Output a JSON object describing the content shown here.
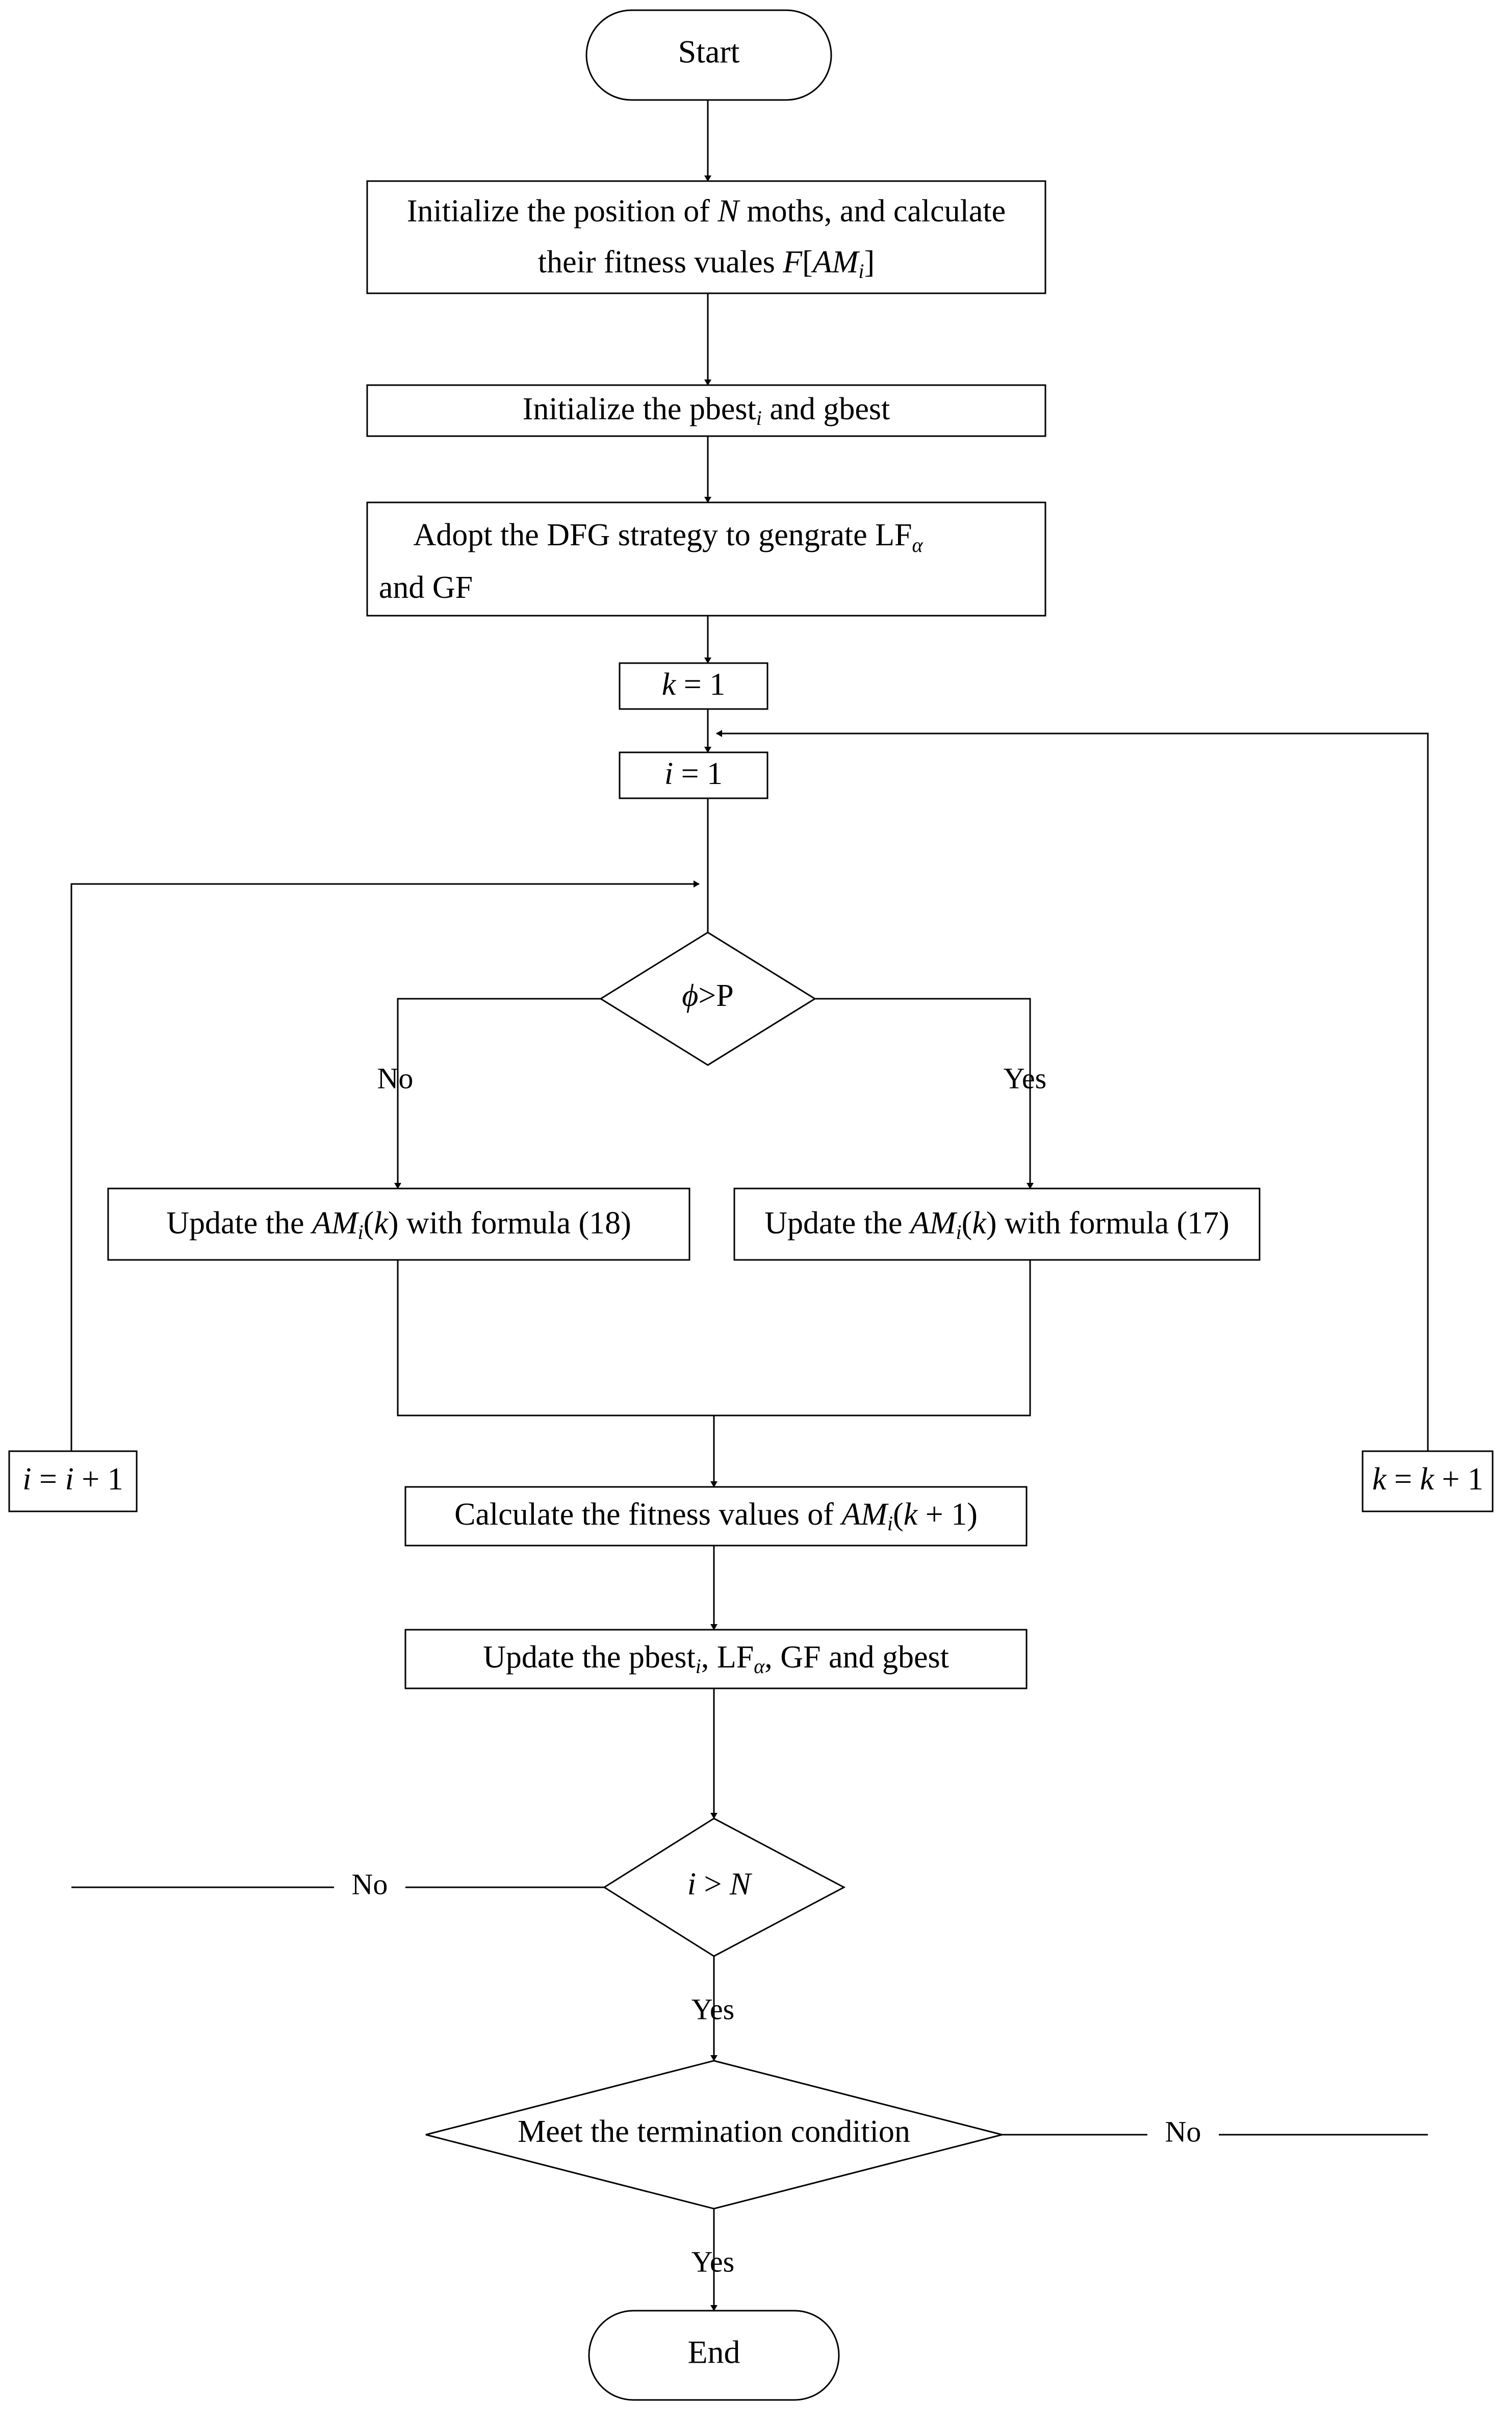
{
  "diagram": {
    "title": "Flowchart of the improved moth-flame / swarm optimization algorithm",
    "type": "flowchart",
    "background_color": "#ffffff",
    "line_color": "#000000",
    "text_color": "#000000"
  },
  "nodes": {
    "start": {
      "shape": "terminator",
      "label": "Start"
    },
    "init_population": {
      "shape": "process",
      "line1_a": "Initialize the position of ",
      "line1_var": "N",
      "line1_b": " moths, and calculate",
      "line2_a": "their fitness vuales ",
      "line2_var": "F",
      "line2_bracket_open": "[",
      "line2_var2": "AM",
      "line2_sub": "i",
      "line2_bracket_close": "]"
    },
    "init_best": {
      "shape": "process",
      "text_a": "Initialize the pbest",
      "sub": "i",
      "text_b": " and gbest"
    },
    "dfg": {
      "shape": "process",
      "line1": "Adopt the DFG strategy to gengrate LF",
      "line1_sub": "α",
      "line2": "and GF"
    },
    "k_init": {
      "shape": "process",
      "var": "k",
      "eq": " = 1"
    },
    "i_init": {
      "shape": "process",
      "var": "i",
      "eq": " = 1"
    },
    "phi_decision": {
      "shape": "decision",
      "var": "ϕ",
      "op": ">P",
      "branch_no": "No",
      "branch_yes": "Yes"
    },
    "update_18": {
      "shape": "process",
      "text_a": "Update the ",
      "var": "AM",
      "sub": "i",
      "text_b": "(",
      "var2": "k",
      "text_c": ") with formula (18)"
    },
    "update_17": {
      "shape": "process",
      "text_a": "Update the ",
      "var": "AM",
      "sub": "i",
      "text_b": "(",
      "var2": "k",
      "text_c": ") with formula (17)"
    },
    "calc_fitness": {
      "shape": "process",
      "text_a": "Calculate the fitness values of ",
      "var": "AM",
      "sub": "i",
      "text_b": "(",
      "var2": "k",
      "text_c": " + 1)"
    },
    "update_best": {
      "shape": "process",
      "text_a": "Update the pbest",
      "sub1": "i",
      "text_b": ", LF",
      "sub2": "α",
      "text_c": ", GF and gbest"
    },
    "i_gt_n": {
      "shape": "decision",
      "var1": "i",
      "op": " > ",
      "var2": "N",
      "branch_no": "No",
      "branch_yes": "Yes"
    },
    "termination": {
      "shape": "decision",
      "label": "Meet the termination condition",
      "branch_no": "No",
      "branch_yes": "Yes"
    },
    "i_increment": {
      "shape": "process",
      "var1": "i",
      "eq": " = ",
      "var2": "i",
      "plus": " + 1"
    },
    "k_increment": {
      "shape": "process",
      "var1": "k",
      "eq": " = ",
      "var2": "k",
      "plus": " + 1"
    },
    "end": {
      "shape": "terminator",
      "label": "End"
    }
  },
  "edge_labels": {
    "phi_no": "No",
    "phi_yes": "Yes",
    "i_gt_n_no": "No",
    "i_gt_n_yes": "Yes",
    "termination_no": "No",
    "termination_yes": "Yes"
  }
}
